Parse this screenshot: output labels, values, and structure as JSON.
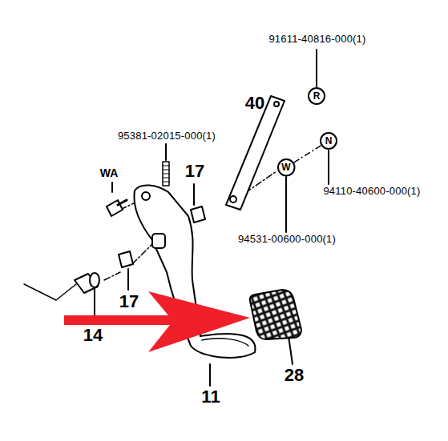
{
  "diagram": {
    "nodes": [
      {
        "text": [
          "R"
        ]
      },
      {
        "text": [
          "N"
        ]
      },
      {
        "text": [
          "W"
        ]
      }
    ],
    "edges": [
      {
        "from": 2,
        "to": 1,
        "arrow": "none"
      }
    ],
    "labels": [
      "91611-40816-000(1)",
      "40",
      "95381-02015-000(1)",
      "WA",
      "17",
      "94110-40600-000(1)",
      "94531-00600-000(1)",
      "17",
      "14",
      "28",
      "11"
    ]
  }
}
